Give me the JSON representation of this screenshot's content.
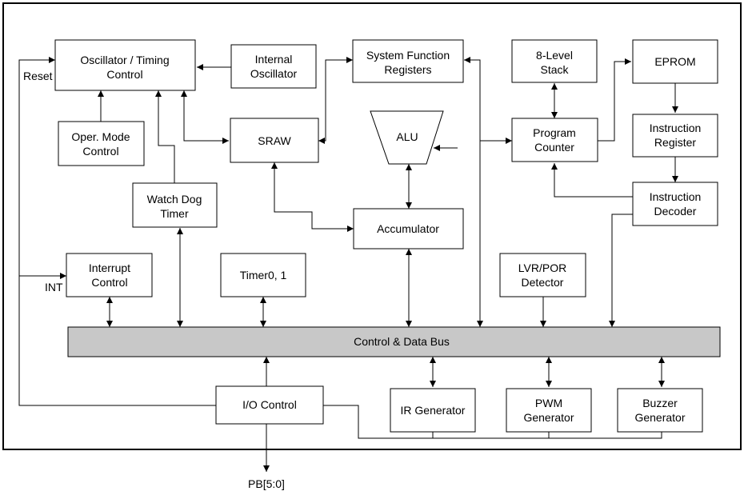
{
  "blocks": {
    "osc_timing": [
      "Oscillator / Timing",
      "Control"
    ],
    "internal_osc": [
      "Internal",
      "Oscillator"
    ],
    "sys_func_reg": [
      "System Function",
      "Registers"
    ],
    "stack": [
      "8-Level",
      "Stack"
    ],
    "eprom": [
      "EPROM"
    ],
    "oper_mode": [
      "Oper. Mode",
      "Control"
    ],
    "sraw": [
      "SRAW"
    ],
    "alu": [
      "ALU"
    ],
    "program_counter": [
      "Program",
      "Counter"
    ],
    "instruction_register": [
      "Instruction",
      "Register"
    ],
    "watchdog": [
      "Watch Dog",
      "Timer"
    ],
    "accumulator": [
      "Accumulator"
    ],
    "instruction_decoder": [
      "Instruction",
      "Decoder"
    ],
    "interrupt": [
      "Interrupt",
      "Control"
    ],
    "timer01": [
      "Timer0, 1"
    ],
    "lvr_por": [
      "LVR/POR",
      "Detector"
    ],
    "bus": [
      "Control & Data Bus"
    ],
    "io_control": [
      "I/O Control"
    ],
    "ir_gen": [
      "IR Generator"
    ],
    "pwm_gen": [
      "PWM",
      "Generator"
    ],
    "buzzer_gen": [
      "Buzzer",
      "Generator"
    ]
  },
  "signals": {
    "reset": "Reset",
    "int": "INT",
    "pb": "PB[5:0]"
  },
  "colors": {
    "bus_fill": "#c8c8c8",
    "line": "#000000",
    "box_fill": "#ffffff"
  }
}
